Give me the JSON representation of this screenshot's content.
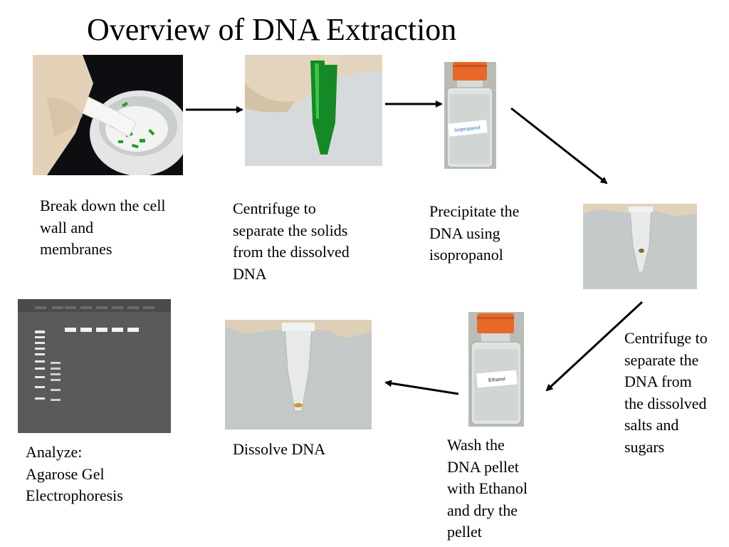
{
  "title": "Overview of DNA Extraction",
  "steps": [
    {
      "caption": "Break down the cell\nwall and\nmembranes",
      "image": "mortar-and-pestle-with-leaves"
    },
    {
      "caption": "Centrifuge to\nseparate the solids\nfrom the dissolved\nDNA",
      "image": "green-centrifuge-tube"
    },
    {
      "caption": "Precipitate the\nDNA using\nisopropanol",
      "image": "isopropanol-bottle",
      "bottle_label": "Isopropanol"
    },
    {
      "caption": "Centrifuge to\nseparate the\nDNA from\nthe dissolved\nsalts and\nsugars",
      "image": "tube-with-pellet"
    },
    {
      "caption": "Wash the\nDNA pellet\nwith Ethanol\nand dry the\npellet",
      "image": "ethanol-bottle",
      "bottle_label": "Ethanol"
    },
    {
      "caption": "Dissolve DNA",
      "image": "tube-with-dissolved-dna"
    },
    {
      "caption": "Analyze:\nAgarose Gel\nElectrophoresis",
      "image": "agarose-gel-photo"
    }
  ],
  "colors": {
    "leaf_green": "#1f9e2a",
    "cap_orange": "#e8682a",
    "gel_bg": "#555555",
    "arrow": "#000000"
  }
}
